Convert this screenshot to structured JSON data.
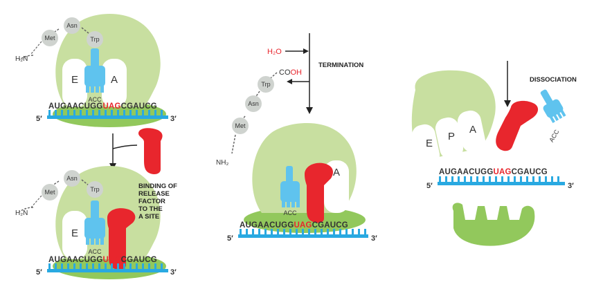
{
  "colors": {
    "ribosome_light": "#c8dfa0",
    "ribosome_dark": "#92c85c",
    "mrna": "#29a9e1",
    "trna": "#5fc3ee",
    "release_factor": "#e8262d",
    "amino_acid": "#cfd3cf",
    "highlight": "#e8262d"
  },
  "panel1": {
    "amino_acids": [
      "Met",
      "Asn",
      "Trp"
    ],
    "n_terminus": "H₂N",
    "sites": [
      "E",
      "A"
    ],
    "anticodon": "ACC",
    "seq_pre": "AUGAACUGG",
    "seq_stop": "UAG",
    "seq_post": "CGAUCG",
    "five_prime": "5′",
    "three_prime": "3′"
  },
  "panel2": {
    "amino_acids": [
      "Met",
      "Asn",
      "Trp"
    ],
    "n_terminus": "H₂N",
    "sites": [
      "E"
    ],
    "anticodon": "ACC",
    "seq_pre": "AUGAACUGG",
    "seq_stop": "UAG",
    "seq_post": "CGAUCG",
    "five_prime": "5′",
    "three_prime": "3′",
    "caption": [
      "BINDING OF",
      "RELEASE",
      "FACTOR",
      "TO THE",
      "A SITE"
    ]
  },
  "panel3": {
    "water": "H₂O",
    "carboxyl_pre": "CO",
    "carboxyl_post": "OH",
    "amino_acids": [
      "Met",
      "Asn",
      "Trp"
    ],
    "n_terminus": "NH₂",
    "caption": "TERMINATION",
    "sites": [
      "A"
    ],
    "anticodon": "ACC",
    "seq_pre": "AUGAACUGG",
    "seq_stop": "UAG",
    "seq_post": "CGAUCG",
    "five_prime": "5′",
    "three_prime": "3′"
  },
  "panel4": {
    "caption": "DISSOCIATION",
    "sites": [
      "E",
      "P",
      "A"
    ],
    "anticodon": "ACC",
    "seq_pre": "AUGAACUGG",
    "seq_stop": "UAG",
    "seq_post": "CGAUCG",
    "five_prime": "5′",
    "three_prime": "3′"
  }
}
